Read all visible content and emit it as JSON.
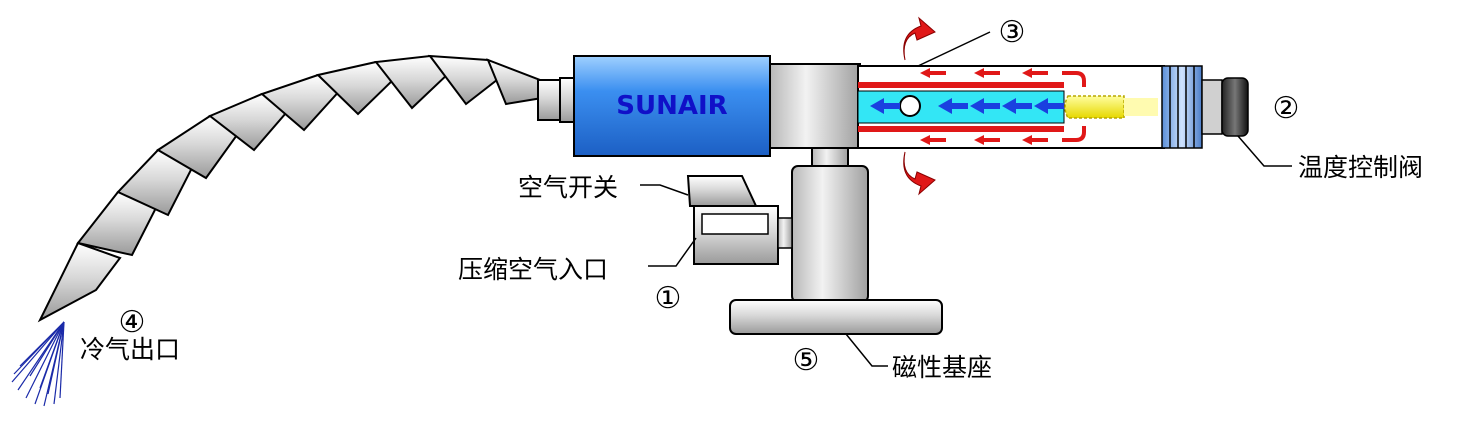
{
  "brand": {
    "text": "SUNAIR",
    "color": "#1010c8"
  },
  "labels": {
    "air_switch": "空气开关",
    "compressed_air_inlet": "压缩空气入口",
    "cold_air_outlet": "冷气出口",
    "temperature_control_valve": "温度控制阀",
    "magnetic_base": "磁性基座"
  },
  "markers": {
    "inlet": "①",
    "valve": "②",
    "hot_exhaust": "③",
    "outlet": "④",
    "base": "⑤"
  },
  "colors": {
    "body_blue": "#2f7fe0",
    "hot_flow": "#e01818",
    "cold_flow": "#1a40e0",
    "cold_core": "#33e6f5",
    "valve_yellow": "#f5f000",
    "spray": "#1a2aa8"
  }
}
